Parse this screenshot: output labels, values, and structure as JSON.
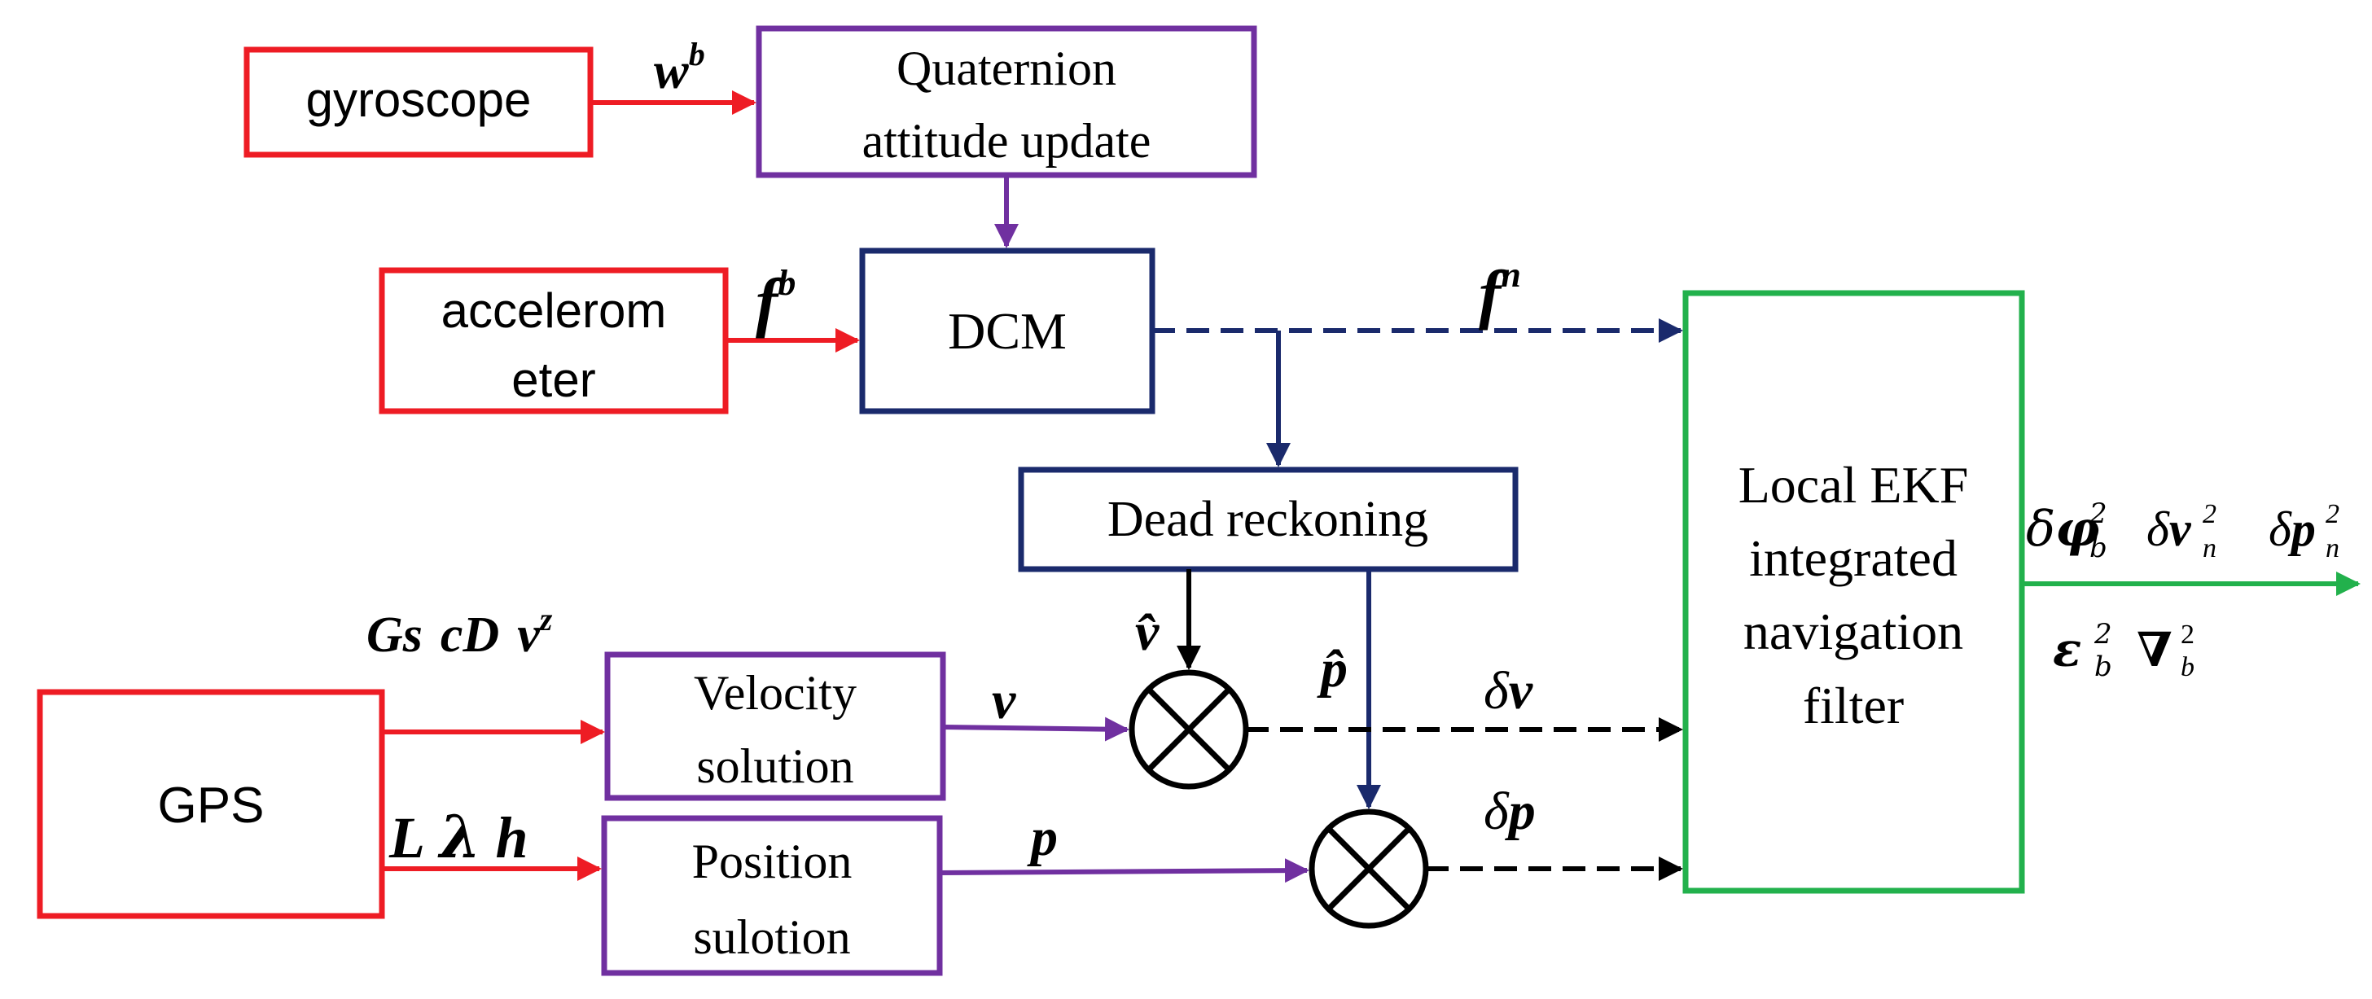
{
  "colors": {
    "sensor": "#ee1c24",
    "process": "#7030a0",
    "core": "#1a2a6c",
    "filter": "#22b14c",
    "black": "#000000"
  },
  "blocks": {
    "gyroscope": "gyroscope",
    "quaternion_line1": "Quaternion",
    "quaternion_line2": "attitude update",
    "accelerometer_line1": "accelerom",
    "accelerometer_line2": "eter",
    "dcm": "DCM",
    "dead_reckoning": "Dead reckoning",
    "gps": "GPS",
    "velocity_line1": "Velocity",
    "velocity_line2": "solution",
    "position_line1": "Position",
    "position_line2": "sulotion",
    "ekf_line1": "Local EKF",
    "ekf_line2": "integrated",
    "ekf_line3": "navigation",
    "ekf_line4": "filter"
  },
  "signals": {
    "wb": {
      "base": "w",
      "sup": "b"
    },
    "fb": {
      "base": "f",
      "sup": "b"
    },
    "fn": {
      "base": "f",
      "sup": "n"
    },
    "gps_in1": {
      "gs": "Gs",
      "cd": "cD",
      "v": "v",
      "sup": "z"
    },
    "gps_in2": {
      "l": "L",
      "lambda": "λ",
      "h": "h"
    },
    "v": "v",
    "p": "p",
    "v_hat": "v̂",
    "p_hat": "p̂",
    "dv": {
      "delta": "δ",
      "base": "v"
    },
    "dp": {
      "delta": "δ",
      "base": "p"
    }
  },
  "outputs": {
    "dphi": {
      "delta": "δ",
      "base": "φ",
      "sub": "b",
      "sup": "2"
    },
    "dv": {
      "delta": "δ",
      "base": "v",
      "sub": "n",
      "sup": "2"
    },
    "dp": {
      "delta": "δ",
      "base": "p",
      "sub": "n",
      "sup": "2"
    },
    "eps": {
      "base": "ε",
      "sub": "b",
      "sup": "2"
    },
    "nabla": {
      "base": "∇",
      "sub": "b",
      "sup": "2"
    }
  }
}
